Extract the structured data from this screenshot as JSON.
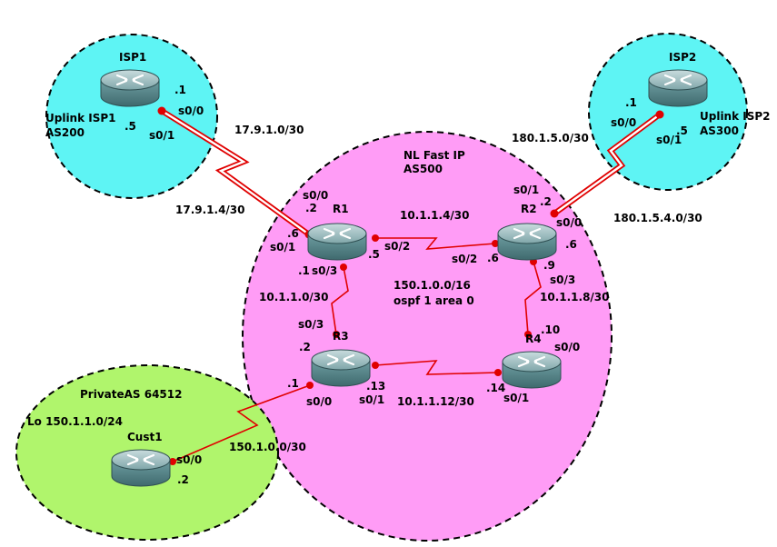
{
  "colors": {
    "isp_zone": "#5ef4f4",
    "core_zone": "#ff9cf6",
    "cust_zone": "#b0f56c",
    "link": "#e00000",
    "router_body": "#5e8f93"
  },
  "zones": {
    "isp1": {
      "name": "Uplink ISP1",
      "as": "AS200"
    },
    "isp2": {
      "name": "Uplink ISP2",
      "as": "AS300"
    },
    "core": {
      "name": "NL Fast IP",
      "as": "AS500",
      "network": "150.1.0.0/16",
      "ospf": "ospf 1 area 0"
    },
    "cust": {
      "name": "PrivateAS 64512",
      "loopback": "Lo 150.1.1.0/24"
    }
  },
  "routers": {
    "isp1": "ISP1",
    "isp2": "ISP2",
    "r1": "R1",
    "r2": "R2",
    "r3": "R3",
    "r4": "R4",
    "cust1": "Cust1"
  },
  "subnets": {
    "isp1_r1_a": "17.9.1.0/30",
    "isp1_r1_b": "17.9.1.4/30",
    "isp2_r2_a": "180.1.5.0/30",
    "isp2_r2_b": "180.1.5.4.0/30",
    "r1_r2": "10.1.1.4/30",
    "r1_r3": "10.1.1.0/30",
    "r2_r4": "10.1.1.8/30",
    "r3_r4": "10.1.1.12/30",
    "r3_cust1": "150.1.0.0/30"
  },
  "interfaces": {
    "isp1_host": ".1",
    "isp1_s00": "s0/0",
    "isp1_host5": ".5",
    "isp1_s01": "s0/1",
    "isp2_host": ".1",
    "isp2_s00": "s0/0",
    "isp2_host5": ".5",
    "isp2_s01": "s0/1",
    "r1_s00": "s0/0",
    "r1_host2": ".2",
    "r1_host6": ".6",
    "r1_s01": "s0/1",
    "r1_s02": "s0/2",
    "r1_host5": ".5",
    "r1_host1": ".1",
    "r1_s03": "s0/3",
    "r2_s01": "s0/1",
    "r2_host2": ".2",
    "r2_s00": "s0/0",
    "r2_host6a": ".6",
    "r2_s02": "s0/2",
    "r2_host6b": ".6",
    "r2_host9": ".9",
    "r2_s03": "s0/3",
    "r3_s03": "s0/3",
    "r3_host2": ".2",
    "r3_host1": ".1",
    "r3_s00": "s0/0",
    "r3_host13": ".13",
    "r3_s01": "s0/1",
    "r4_host10": ".10",
    "r4_s00": "s0/0",
    "r4_host14": ".14",
    "r4_s01": "s0/1",
    "cust1_s00": "s0/0",
    "cust1_host2": ".2"
  }
}
